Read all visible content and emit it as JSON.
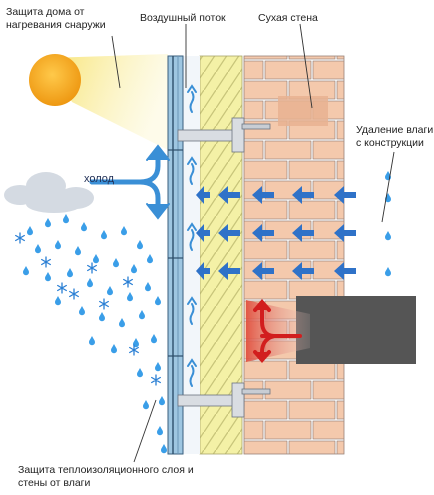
{
  "labels": {
    "heat_protection": "Защита дома от нагревания снаружи",
    "air_flow": "Воздушный поток",
    "dry_wall": "Сухая стена",
    "moisture_removal": "Удаление влаги с конструкции",
    "cold": "холод",
    "insulation_protection": "Защита теплоизоляционного слоя и стены от влаги"
  },
  "colors": {
    "sun": "#f2a41c",
    "sun_rays": "#f8ea8a",
    "facade_panel": "#9ec6e1",
    "insulation": "#f4f1a6",
    "insulation_hatch": "#c9c77d",
    "brick": "#f4c9ac",
    "brick_mortar": "#ffffff",
    "brick_outline": "#9a8378",
    "airflow_arrow": "#3a8fd6",
    "moisture_arrow": "#2f72c8",
    "heat_arrow": "#d21e1e",
    "radiator": "#555555",
    "rain": "#3a9ee8",
    "snow": "#2a7fd4",
    "cloud": "#d4dae2"
  },
  "icons": [
    "sun-icon",
    "cloud-icon",
    "snowflake-icon",
    "raindrop-icon",
    "water-drop-icon",
    "radiator-icon",
    "anchor-bracket-icon"
  ]
}
